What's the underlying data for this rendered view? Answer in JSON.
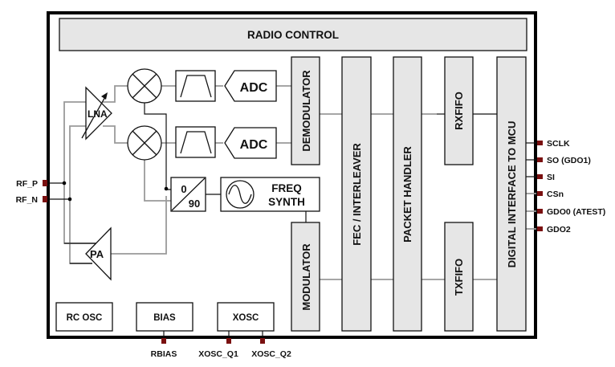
{
  "title": "Transceiver block diagram",
  "colors": {
    "block_fill": "#e6e6e6",
    "pin": "#7a1010",
    "wire_dark": "#111111",
    "wire_gray": "#9a9a9a"
  },
  "blocks": {
    "radio_control": "RADIO CONTROL",
    "demodulator": "DEMODULATOR",
    "modulator": "MODULATOR",
    "fec": "FEC / INTERLEAVER",
    "packet_handler": "PACKET HANDLER",
    "rxfifo": "RXFIFO",
    "txfifo": "TXFIFO",
    "digital_interface": "DIGITAL INTERFACE TO MCU",
    "adc_i": "ADC",
    "adc_q": "ADC",
    "lna": "LNA",
    "pa": "PA",
    "phase_top": "0",
    "phase_bottom": "90",
    "freq_synth_line1": "FREQ",
    "freq_synth_line2": "SYNTH",
    "rc_osc": "RC OSC",
    "bias": "BIAS",
    "xosc": "XOSC"
  },
  "pins": {
    "left": [
      "RF_P",
      "RF_N"
    ],
    "right": [
      "SCLK",
      "SO (GDO1)",
      "SI",
      "CSn",
      "GDO0 (ATEST)",
      "GDO2"
    ],
    "bottom": [
      "RBIAS",
      "XOSC_Q1",
      "XOSC_Q2"
    ]
  },
  "icons": {
    "mixer": "mixer-icon",
    "bandpass_filter": "bandpass-filter-icon",
    "oscillator": "sine-wave-icon",
    "variable_gain": "variable-gain-arrow-icon"
  }
}
